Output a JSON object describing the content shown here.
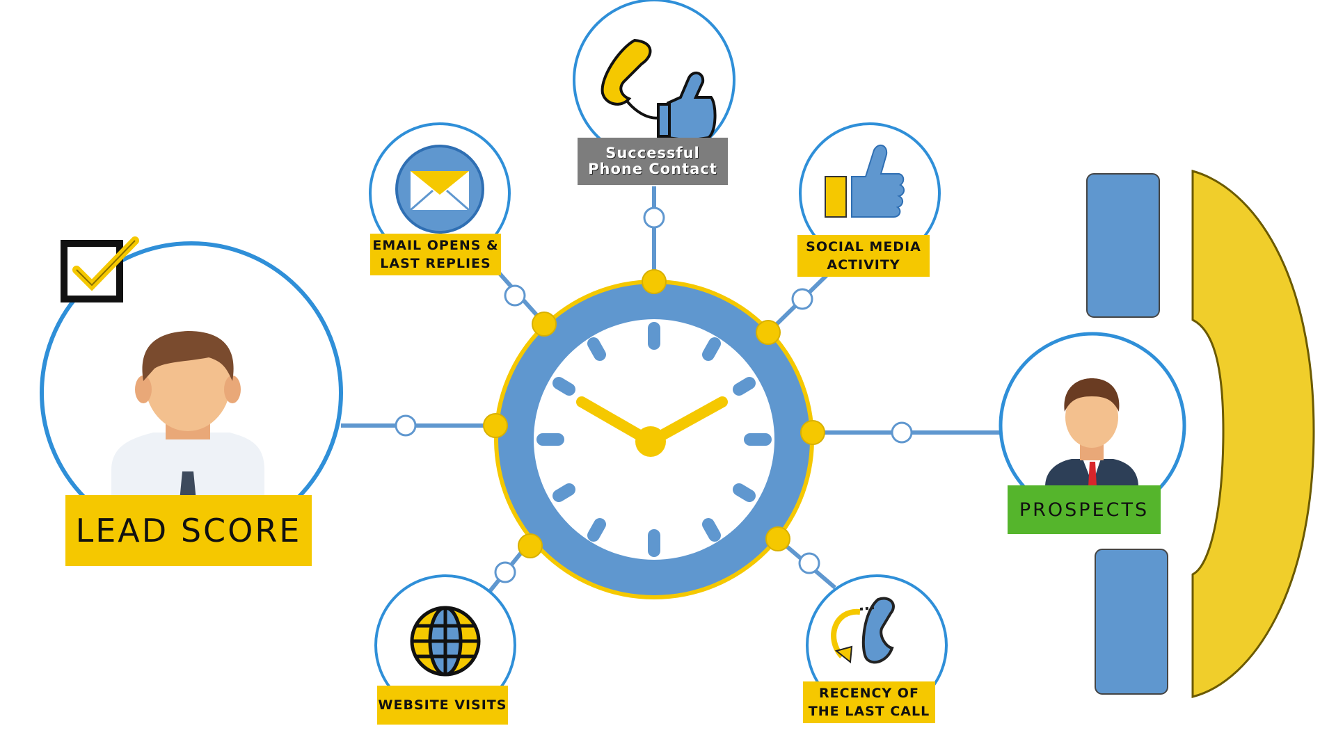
{
  "diagram": {
    "center": {
      "name": "clock-icon"
    },
    "left": {
      "label": "LEAD SCORE",
      "icon": "businessman-avatar-icon",
      "badge_icon": "checkbox-checked-icon"
    },
    "right": {
      "label": "PROSPECTS",
      "icon": "businessman-avatar-icon",
      "decor_icon": "telephone-handset-icon"
    },
    "factors": [
      {
        "id": "email",
        "label": "EMAIL OPENS &\nLAST REPLIES",
        "icon": "envelope-icon"
      },
      {
        "id": "phone",
        "label": "Successful\nPhone Contact",
        "icon": "phone-thumbs-up-icon"
      },
      {
        "id": "social",
        "label": "SOCIAL MEDIA\nACTIVITY",
        "icon": "thumbs-up-icon"
      },
      {
        "id": "website",
        "label": "WEBSITE VISITS",
        "icon": "globe-icon"
      },
      {
        "id": "recency",
        "label": "RECENCY OF\nTHE LAST CALL",
        "icon": "phone-callback-icon"
      }
    ],
    "colors": {
      "blue": "#5f97cf",
      "yellow": "#f5c800",
      "green": "#55b52c",
      "gray": "#7d7d7d",
      "ring": "#2f8fd8"
    }
  }
}
